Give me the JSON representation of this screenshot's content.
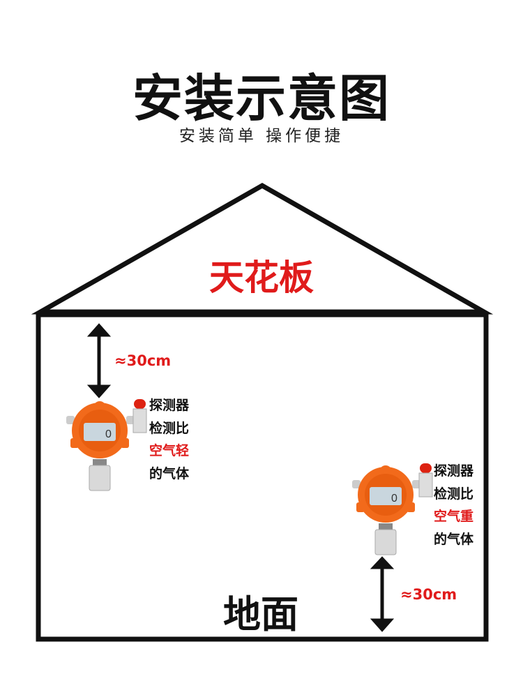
{
  "header": {
    "title": "安装示意图",
    "subtitle": "安装简单 操作便捷"
  },
  "house": {
    "ceiling_label": "天花板",
    "floor_label": "地面"
  },
  "detector_light": {
    "distance": "≈30cm",
    "lines": [
      "探测器",
      "检测比",
      "空气轻",
      "的气体"
    ],
    "display_value": "0"
  },
  "detector_heavy": {
    "distance": "≈30cm",
    "lines": [
      "探测器",
      "检测比",
      "空气重",
      "的气体"
    ],
    "display_value": "0"
  },
  "colors": {
    "accent": "#e01b1b",
    "device": "#f26a1b",
    "line": "#111111"
  }
}
